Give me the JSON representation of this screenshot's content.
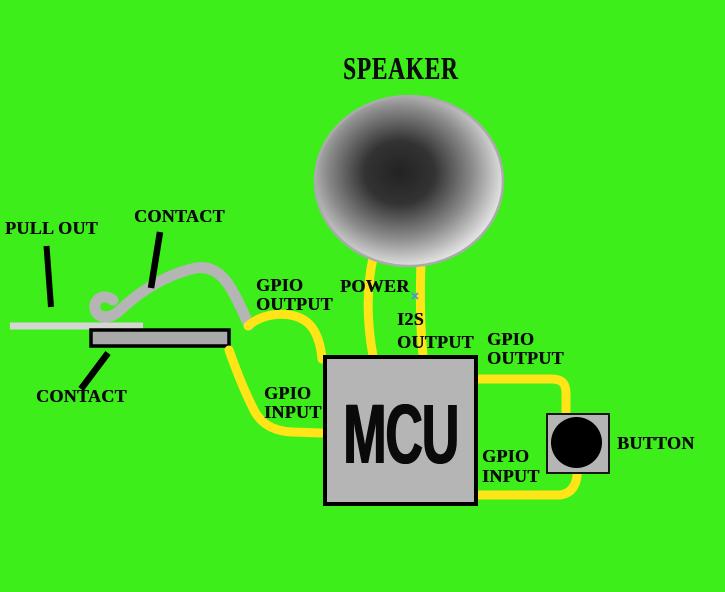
{
  "colors": {
    "background": "#3DEE1A",
    "wire": "#FFE418",
    "metal": "#B5B5B5",
    "metal_dark": "#A9A9A9",
    "metal_light": "#D5D5D5",
    "ink": "#0C0C0C",
    "marker": "#5B8DD9",
    "speaker_core": "#222222",
    "speaker_rim": "#F5F5F5"
  },
  "speaker": {
    "title": "SPEAKER"
  },
  "mcu": {
    "label": "MCU"
  },
  "button": {
    "label": "BUTTON"
  },
  "pull_tab": {
    "pull_out_label": "PULL OUT",
    "contact_upper_label": "CONTACT",
    "contact_lower_label": "CONTACT"
  },
  "wires": {
    "gpio_output_left": {
      "line1": "GPIO",
      "line2": "OUTPUT"
    },
    "power": {
      "line1": "POWER"
    },
    "i2s_output": {
      "line1": "I2S",
      "line2": "OUTPUT"
    },
    "gpio_output_right": {
      "line1": "GPIO",
      "line2": "OUTPUT"
    },
    "gpio_input_left": {
      "line1": "GPIO",
      "line2": "INPUT"
    },
    "gpio_input_right": {
      "line1": "GPIO",
      "line2": "INPUT"
    }
  }
}
